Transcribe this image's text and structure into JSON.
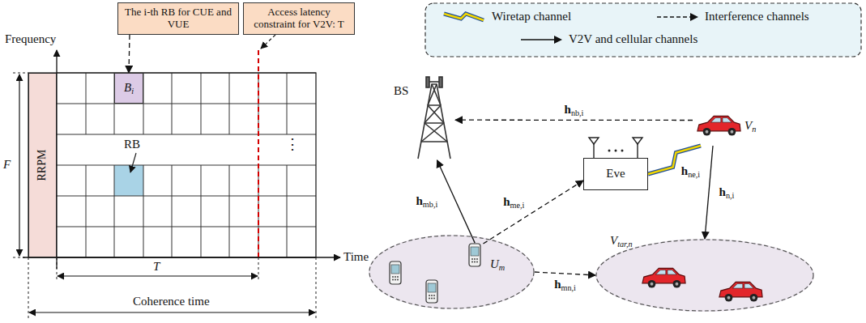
{
  "diagram": {
    "nodes": [
      {
        "text": [
          "The i-th RB for CUE and VUE"
        ]
      },
      {
        "text": [
          "Access latency constraint for V2V: T"
        ]
      },
      {
        "text": [
          "RRPM"
        ]
      },
      {
        "text": [
          "Bi"
        ]
      },
      {
        "text": [
          "BS"
        ]
      },
      {
        "text": [
          "Vn"
        ]
      },
      {
        "text": [
          "Eve"
        ]
      },
      {
        "text": [
          "Um"
        ]
      },
      {
        "text": [
          "Vtar,n"
        ]
      }
    ],
    "edges": [
      {
        "from": 0,
        "to": 3,
        "arrow": "to"
      },
      {
        "from": 7,
        "to": 4,
        "label": "hmb,i",
        "arrow": "to"
      },
      {
        "from": 5,
        "to": 4,
        "label": "hnb,i",
        "arrow": "to"
      },
      {
        "from": 7,
        "to": 6,
        "label": "hme,i",
        "arrow": "to"
      },
      {
        "from": 5,
        "to": 6,
        "label": "hne,i",
        "arrow": "none"
      },
      {
        "from": 7,
        "to": 8,
        "label": "hmn,i",
        "arrow": "to"
      },
      {
        "from": 5,
        "to": 8,
        "label": "hn,i",
        "arrow": "to"
      }
    ],
    "labels": [
      "Frequency",
      "Time",
      "F",
      "T",
      "Coherence time",
      "RB",
      "⋮"
    ],
    "legend": [
      {
        "text": "Wiretap channel"
      },
      {
        "text": "Interference channels"
      },
      {
        "text": "V2V and cellular channels"
      }
    ]
  }
}
